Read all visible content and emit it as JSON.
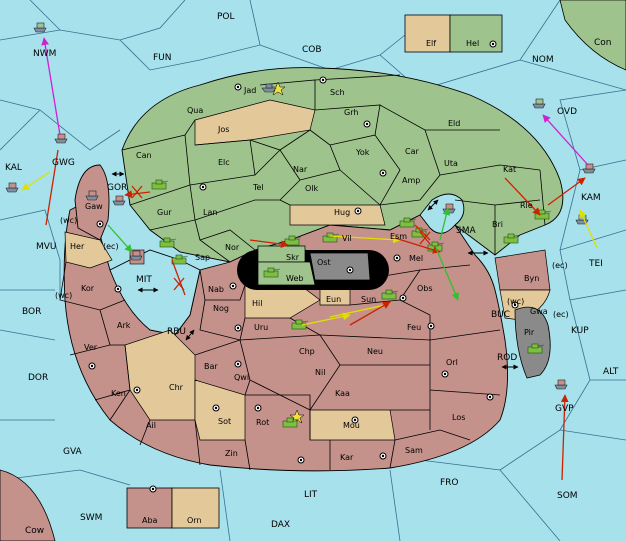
{
  "colors": {
    "sea": "#a6e1ec",
    "green": "#9fc38d",
    "red": "#c4918b",
    "tan": "#e3c89a",
    "gray": "#8a8a8a",
    "move_red": "#cc2200",
    "move_yellow": "#f2f200",
    "move_green": "#30c030",
    "move_magenta": "#d020d0"
  },
  "seas": {
    "pol": "POL",
    "fun": "FUN",
    "cob": "COB",
    "nom": "NOM",
    "nwm": "NWM",
    "kal": "KAL",
    "gwg": "GWG",
    "gor": "GOR",
    "mvu": "MVU",
    "wc1": "(wc)",
    "ec1": "(ec)",
    "mit": "MIT",
    "bor": "BOR",
    "wc2": "(wc)",
    "rbu": "RBU",
    "dor": "DOR",
    "gva": "GVA",
    "swm": "SWM",
    "dax": "DAX",
    "lit": "LIT",
    "fro": "FRO",
    "som": "SOM",
    "gvp": "GVP",
    "alt": "ALT",
    "kup": "KUP",
    "rod": "ROD",
    "buc": "BUC",
    "ec2": "(ec)",
    "wc3": "(wc)",
    "ec3": "(ec)",
    "tei": "TEI",
    "kam": "KAM",
    "ovd": "OVD",
    "sma": "SMA",
    "con": "Con",
    "cow": "Cow"
  },
  "provinces": {
    "jad": "Jad",
    "sch": "Sch",
    "qua": "Qua",
    "jos": "Jos",
    "grh": "Grh",
    "eld": "Eld",
    "can": "Can",
    "elc": "Elc",
    "nar": "Nar",
    "yok": "Yok",
    "car": "Car",
    "uta": "Uta",
    "gaw": "Gaw",
    "gur": "Gur",
    "tel": "Tel",
    "olk": "Olk",
    "amp": "Amp",
    "kat": "Kat",
    "lan": "Lan",
    "hug": "Hug",
    "rle": "Rle",
    "bri": "Bri",
    "her": "Her",
    "nor": "Nor",
    "sap": "Sap",
    "skr": "Skr",
    "vil": "Vil",
    "esm": "Esm",
    "mel": "Mel",
    "web": "Web",
    "ost": "Ost",
    "byn": "Byn",
    "kor": "Kor",
    "nab": "Nab",
    "obs": "Obs",
    "gwa": "Gwa",
    "hil": "Hil",
    "eun": "Eun",
    "sun": "Sun",
    "pir": "Pir",
    "ark": "Ark",
    "nog": "Nog",
    "uru": "Uru",
    "feu": "Feu",
    "ver": "Ver",
    "chp": "Chp",
    "neu": "Neu",
    "orl": "Orl",
    "bar": "Bar",
    "qwi": "Qwi",
    "nil": "Nil",
    "ken": "Ken",
    "chr": "Chr",
    "kaa": "Kaa",
    "ail": "Ail",
    "sot": "Sot",
    "rot": "Rot",
    "mou": "Mou",
    "los": "Los",
    "zin": "Zin",
    "kar": "Kar",
    "sam": "Sam"
  },
  "legend": {
    "elf": "Elf",
    "hel": "Hel",
    "aba": "Aba",
    "orn": "Orn"
  }
}
